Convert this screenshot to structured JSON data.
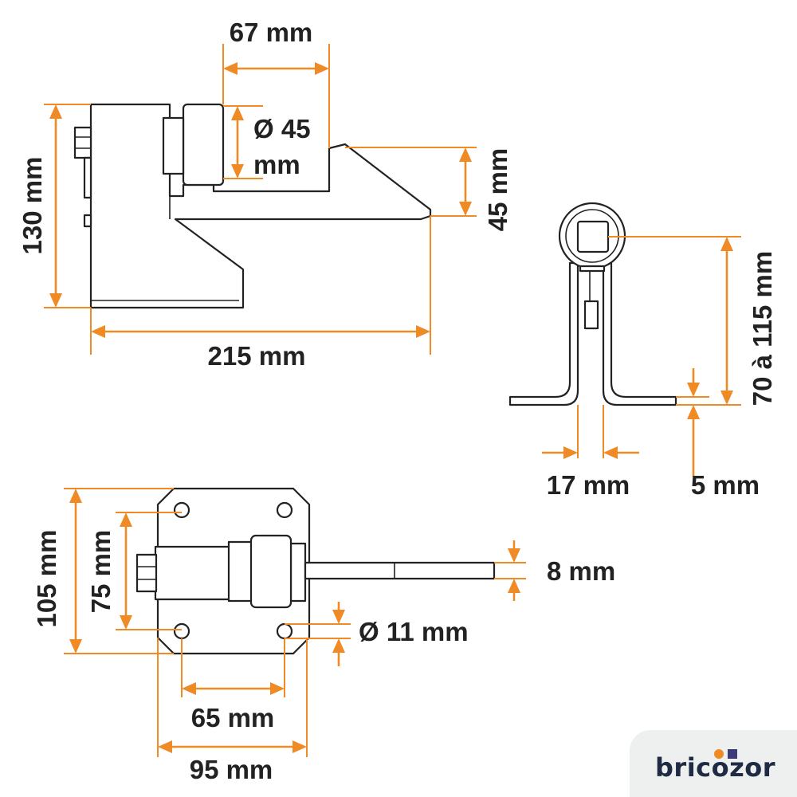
{
  "colors": {
    "dimension": "#f08a24",
    "outline": "#222222",
    "brand_dot": "#f08a24",
    "brand_square": "#3d3a7c"
  },
  "side_view": {
    "width_top": "67 mm",
    "pin_diameter_l1": "Ø 45",
    "pin_diameter_l2": "mm",
    "total_height": "130 mm",
    "arm_height": "45 mm",
    "total_length": "215 mm"
  },
  "end_view": {
    "adjust_height": "70 à 115 mm",
    "leg_spacing": "17 mm",
    "plate_thickness": "5 mm"
  },
  "top_view": {
    "rod_diameter": "8 mm",
    "plate_height": "105 mm",
    "hole_spacing_v": "75 mm",
    "hole_diameter": "Ø 11 mm",
    "hole_spacing_h": "65 mm",
    "plate_width": "95 mm"
  },
  "brand": {
    "name": "bricozor"
  }
}
